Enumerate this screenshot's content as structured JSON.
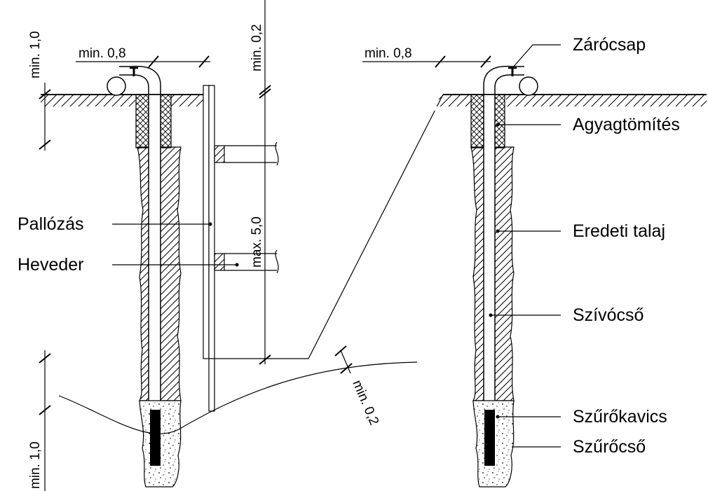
{
  "labels": {
    "zarocsap": "Zárócsap",
    "agyagtomites": "Agyagtömítés",
    "eredeti_talaj": "Eredeti talaj",
    "szivocso": "Szívócső",
    "szurokavics": "Szűrőkavics",
    "szurocso": "Szűrőcső",
    "pallozas": "Pallózás",
    "heveder": "Heveder"
  },
  "dimensions": {
    "min_08_left": "min. 0,8",
    "min_08_right": "min. 0,8",
    "min_10_top": "min. 1,0",
    "min_02_top": "min. 0,2",
    "max_50": "max. 5,0",
    "min_10_bottom": "min. 1,0",
    "min_02_bottom": "min. 0,2"
  }
}
